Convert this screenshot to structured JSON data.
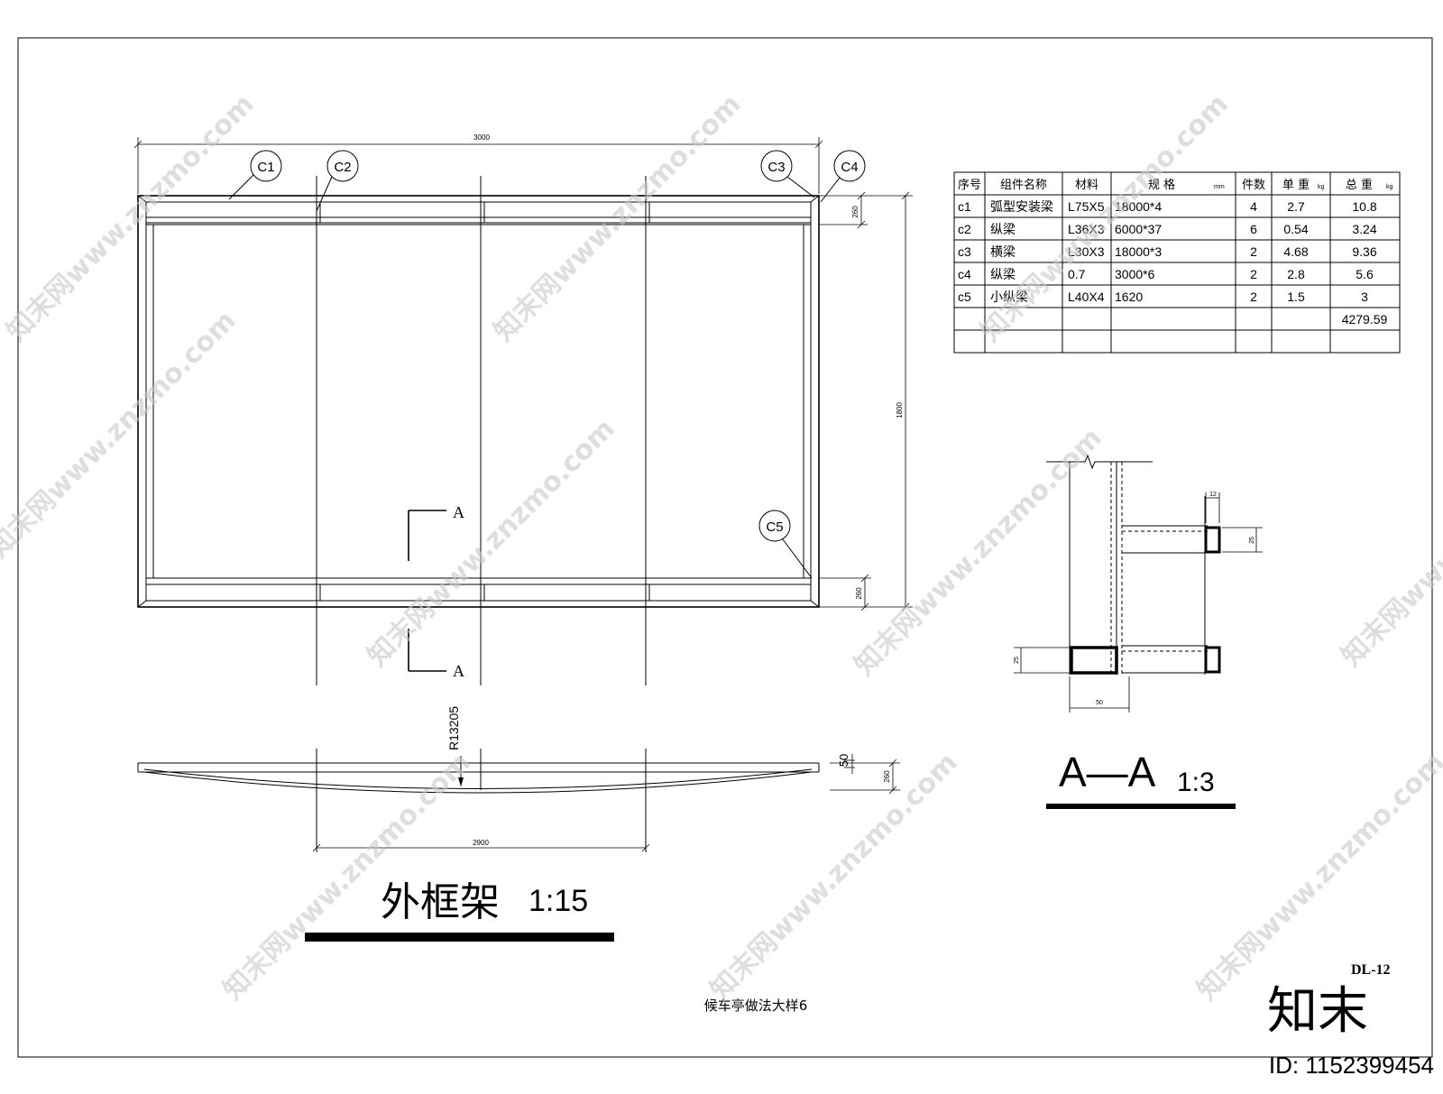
{
  "drawing": {
    "sheet_title": "候车亭做法大样6",
    "sheet_number": "DL-12",
    "plan_title": "外框架",
    "plan_scale": "1:15",
    "section_title": "A—A",
    "section_scale": "1:3",
    "section_mark": "A"
  },
  "callouts": [
    "C1",
    "C2",
    "C3",
    "C4",
    "C5"
  ],
  "dimensions": {
    "overall_width": "3000",
    "overall_height": "1800",
    "top_band": "260",
    "bottom_band": "260",
    "radius": "R13205",
    "elev_depth": "50",
    "elev_height": "260",
    "elev_span": "2900",
    "sec_12": "12",
    "sec_25a": "25",
    "sec_25b": "25",
    "sec_50": "50"
  },
  "table": {
    "headers": [
      "序号",
      "组件名称",
      "材料",
      "规  格",
      "件数",
      "单 重",
      "总  重"
    ],
    "header_units": {
      "spec": "mm",
      "unit_weight": "kg",
      "total_weight": "kg"
    },
    "rows": [
      [
        "c1",
        "弧型安装梁",
        "L75X5",
        "18000*4",
        "4",
        "2.7",
        "10.8"
      ],
      [
        "c2",
        "纵梁",
        "L36X3",
        "6000*37",
        "6",
        "0.54",
        "3.24"
      ],
      [
        "c3",
        "横梁",
        "L30X3",
        "18000*3",
        "2",
        "4.68",
        "9.36"
      ],
      [
        "c4",
        "纵梁",
        "0.7",
        "3000*6",
        "2",
        "2.8",
        "5.6"
      ],
      [
        "c5",
        "小纵梁",
        "L40X4",
        "1620",
        "2",
        "1.5",
        "3"
      ],
      [
        "",
        "",
        "",
        "",
        "",
        "",
        "4279.59"
      ],
      [
        "",
        "",
        "",
        "",
        "",
        "",
        ""
      ]
    ]
  },
  "watermark": {
    "text": "知末网www.znzmo.com",
    "logo": "知末",
    "id": "ID: 1152399454"
  }
}
